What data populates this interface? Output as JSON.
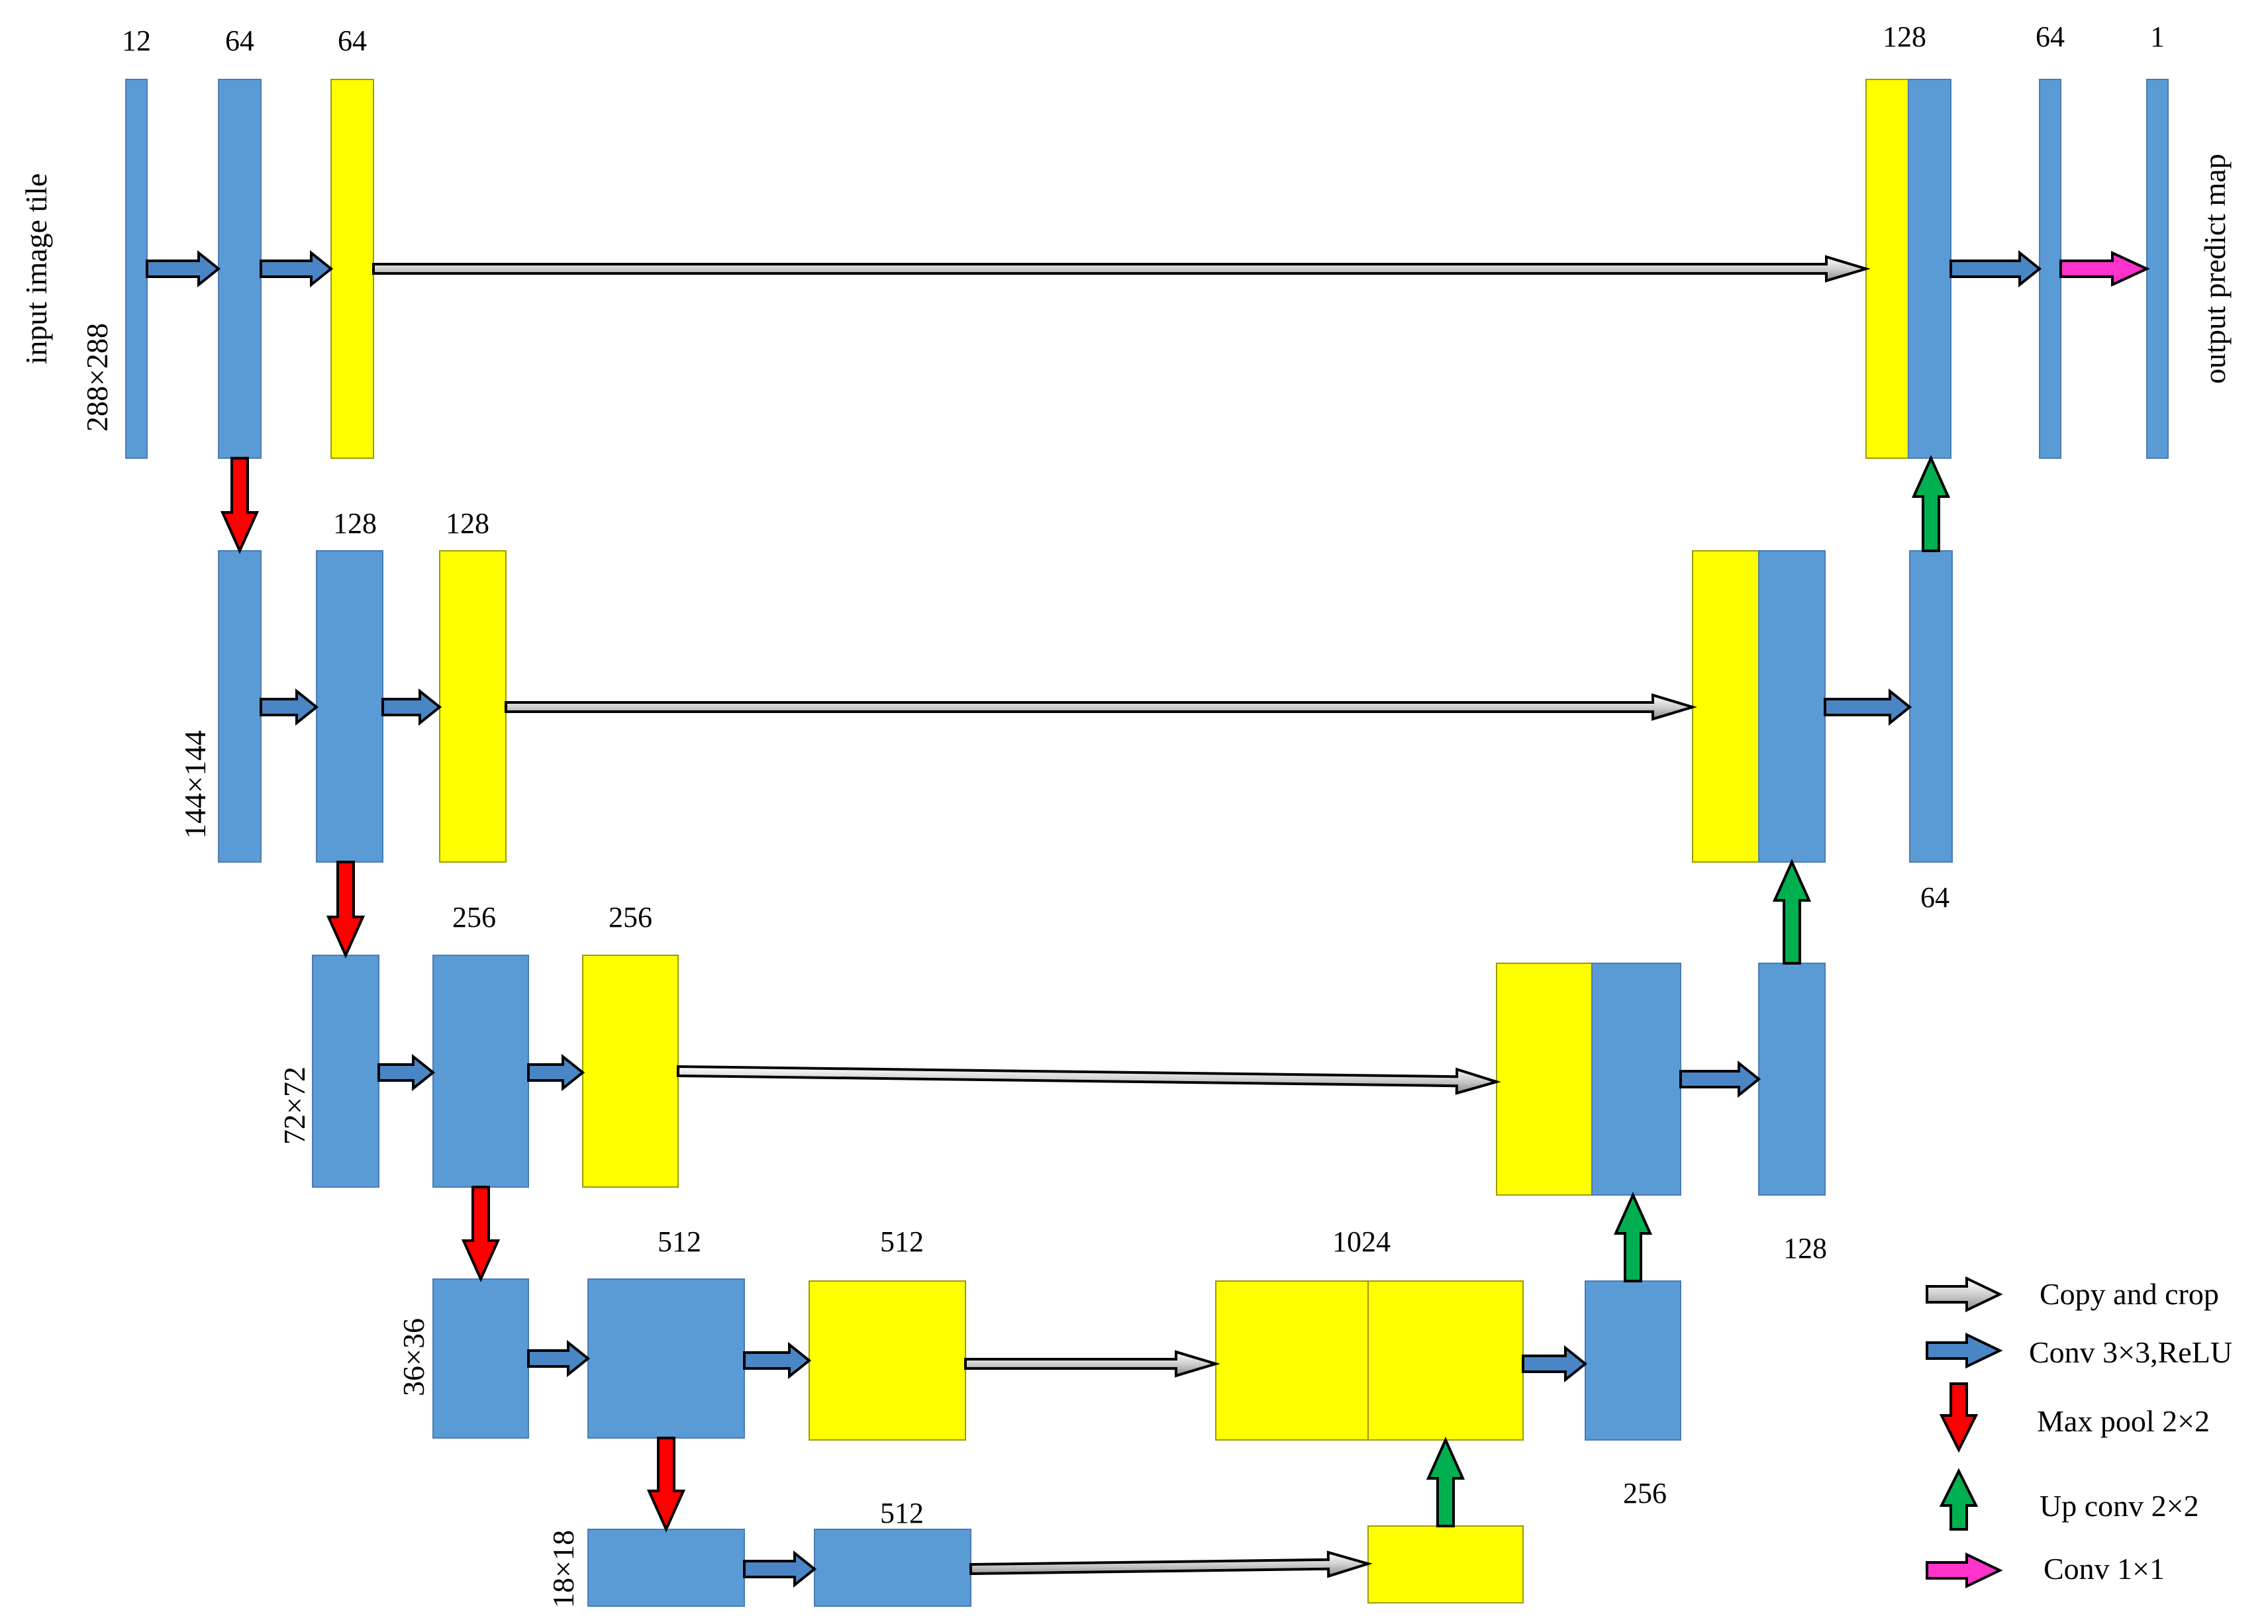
{
  "colors": {
    "conv_block": "#5b9bd5",
    "crop_block": "#ffff00",
    "copy_arrow": "#d9d9d9",
    "conv_arrow": "#4a86c5",
    "pool_arrow": "#ff0000",
    "upconv_arrow": "#00b050",
    "conv1x1_arrow": "#ff33cc"
  },
  "labels": {
    "input": "input image tile",
    "output": "output predict map",
    "res1": "288×288",
    "res2": "144×144",
    "res3": "72×72",
    "res4": "36×36",
    "res5": "18×18"
  },
  "channels": {
    "l1_in": "12",
    "l1_conv": "64",
    "l1_crop": "64",
    "l1_concat": "128",
    "l1_conv_out": "64",
    "l1_output": "1",
    "l2_conv": "128",
    "l2_crop": "128",
    "l2_up": "64",
    "l3_conv": "256",
    "l3_crop": "256",
    "l3_up": "128",
    "l4_conv": "512",
    "l4_crop": "512",
    "l4_concat": "1024",
    "l4_up": "256",
    "l5_conv": "512"
  },
  "legend": [
    {
      "label": "Copy and crop",
      "icon": "copy-crop-arrow"
    },
    {
      "label": "Conv 3×3,ReLU",
      "icon": "conv-arrow"
    },
    {
      "label": "Max pool 2×2",
      "icon": "pool-arrow"
    },
    {
      "label": "Up conv 2×2",
      "icon": "upconv-arrow"
    },
    {
      "label": "Conv 1×1",
      "icon": "conv1x1-arrow"
    }
  ]
}
